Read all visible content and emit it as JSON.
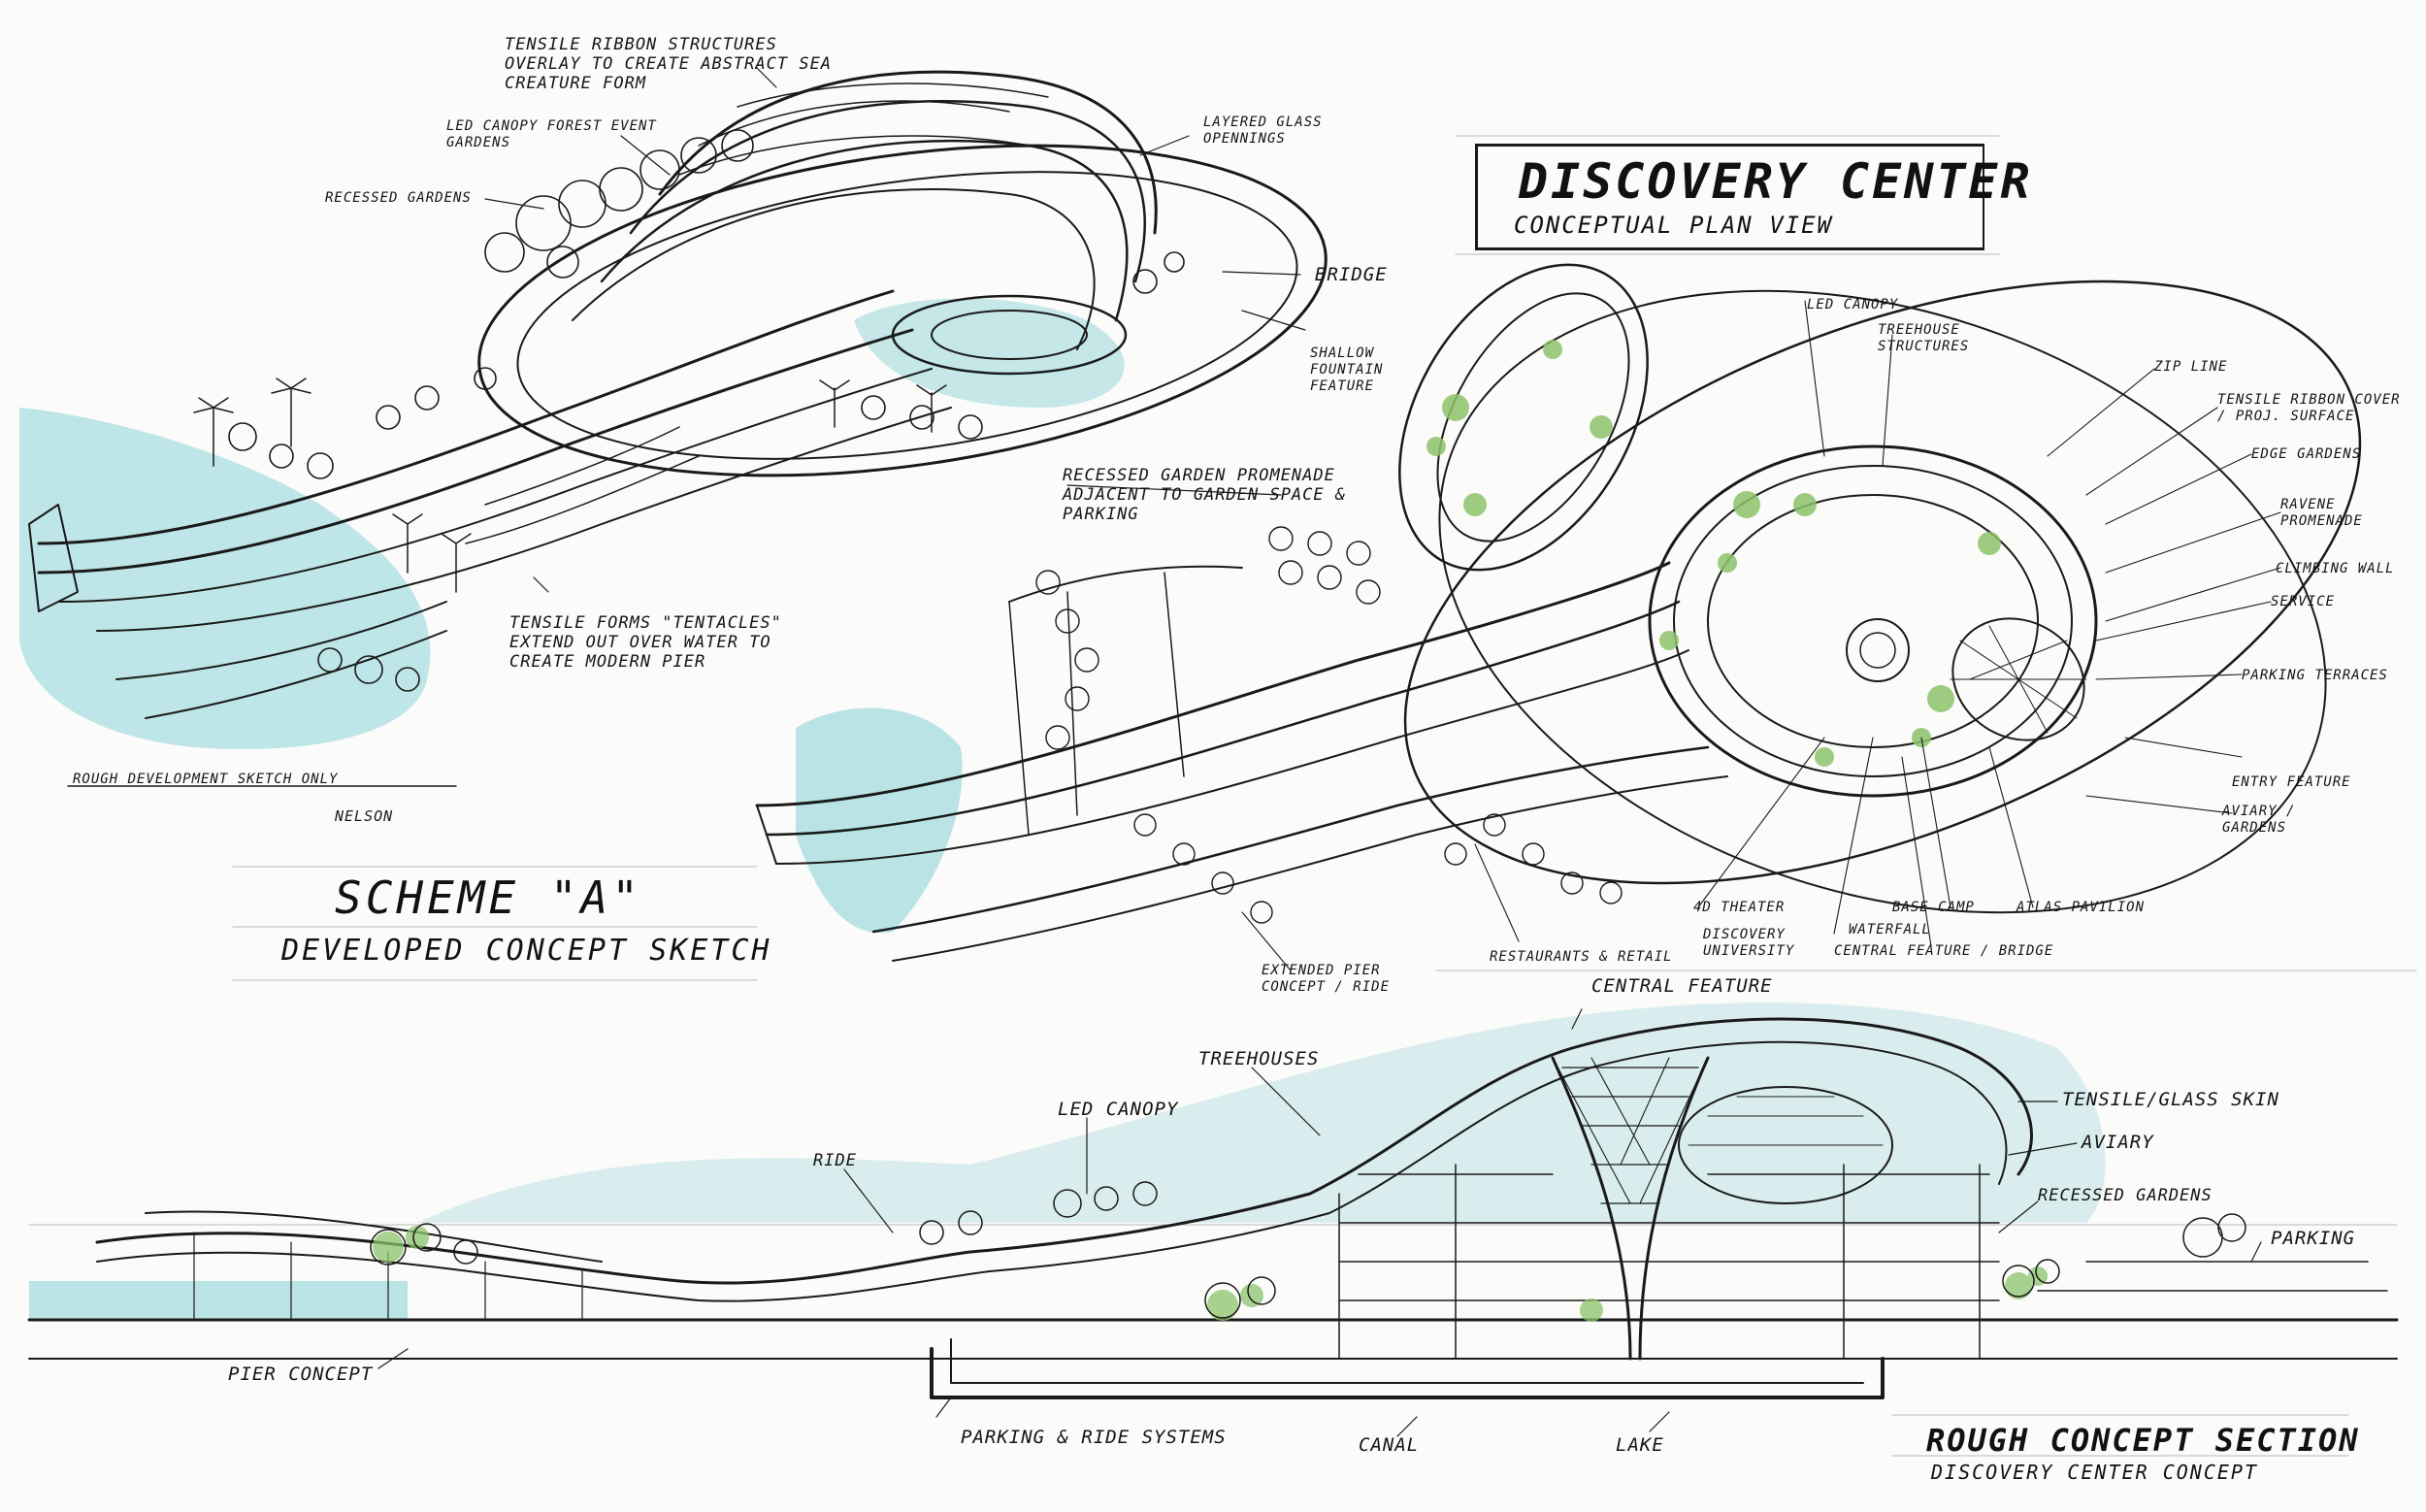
{
  "colors": {
    "ink": "#1a1a1a",
    "paper": "#fbfbfa",
    "water": "#a9dde0",
    "foliage": "#8cc36a",
    "glass": "#c3e3e6"
  },
  "plan": {
    "title": "DISCOVERY CENTER",
    "subtitle": "CONCEPTUAL PLAN VIEW",
    "labels": {
      "led_canopy": "LED CANOPY",
      "treehouse": "TREEHOUSE STRUCTURES",
      "zip_line": "ZIP LINE",
      "tensile_ribbon": "TENSILE RIBBON COVER / PROJ. SURFACE",
      "edge_gardens": "EDGE GARDENS",
      "ravine": "RAVENE PROMENADE",
      "climbing_wall": "CLIMBING WALL",
      "service": "SERVICE",
      "parking_terraces": "PARKING TERRACES",
      "entry_feature": "ENTRY FEATURE",
      "aviary_gardens": "AVIARY / GARDENS",
      "theater": "4D THEATER",
      "discovery_university": "DISCOVERY UNIVERSITY",
      "base_camp": "BASE CAMP",
      "waterfall": "WATERFALL",
      "atlas_pavilion": "ATLAS PAVILION",
      "central_feature_bridge": "CENTRAL FEATURE / BRIDGE",
      "restaurants": "RESTAURANTS & RETAIL",
      "extended_pier": "EXTENDED PIER CONCEPT / RIDE",
      "recessed_promenade": "RECESSED GARDEN PROMENADE ADJACENT TO GARDEN SPACE & PARKING"
    }
  },
  "perspective": {
    "labels": {
      "tensile_ribbon": "TENSILE RIBBON STRUCTURES OVERLAY TO CREATE ABSTRACT SEA CREATURE FORM",
      "led_forest": "LED CANOPY FOREST EVENT GARDENS",
      "layered_glass": "LAYERED GLASS OPENNINGS",
      "recessed_gardens": "RECESSED GARDENS",
      "bridge": "BRIDGE",
      "shallow_fountain": "SHALLOW FOUNTAIN FEATURE",
      "tensile_forms": "TENSILE FORMS \"TENTACLES\" EXTEND OUT OVER WATER TO CREATE MODERN PIER"
    },
    "note": "ROUGH DEVELOPMENT SKETCH ONLY",
    "signature": "NELSON"
  },
  "scheme": {
    "title": "SCHEME \"A\"",
    "subtitle": "DEVELOPED CONCEPT SKETCH"
  },
  "section": {
    "title": "ROUGH CONCEPT SECTION",
    "subtitle": "DISCOVERY CENTER CONCEPT",
    "labels": {
      "central_feature": "CENTRAL FEATURE",
      "treehouses": "TREEHOUSES",
      "led_canopy": "LED CANOPY",
      "ride": "RIDE",
      "tensile_glass": "TENSILE/GLASS SKIN",
      "aviary": "AVIARY",
      "recessed_gardens": "RECESSED GARDENS",
      "parking": "PARKING",
      "pier_concept": "PIER CONCEPT",
      "parking_ride": "PARKING & RIDE SYSTEMS",
      "canal": "CANAL",
      "lake": "LAKE"
    }
  }
}
